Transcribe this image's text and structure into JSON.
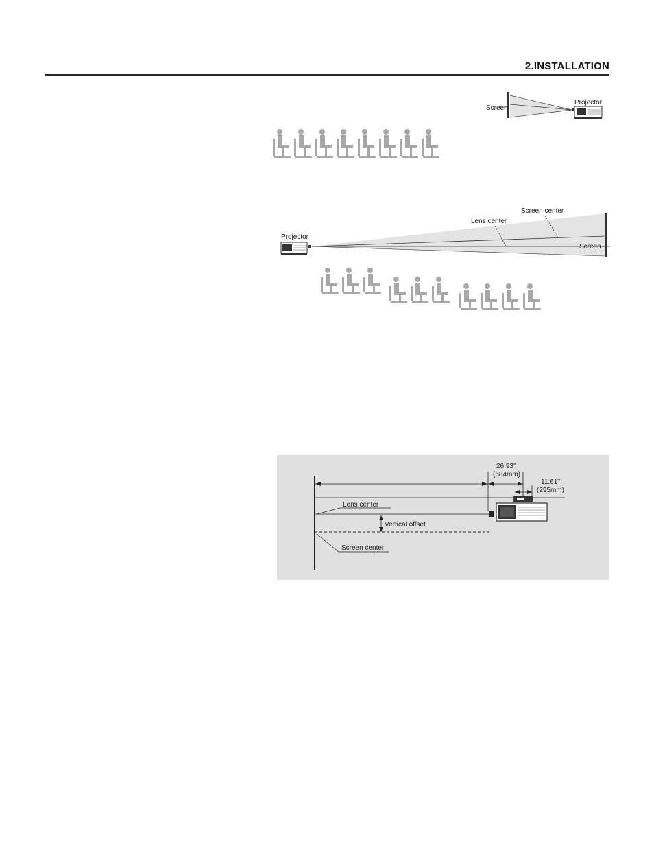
{
  "header": {
    "section_title": "2.INSTALLATION"
  },
  "figure_top": {
    "screen_label": "Screen",
    "projector_label": "Projector"
  },
  "figure_middle": {
    "projector_label": "Projector",
    "lens_center_label": "Lens center",
    "screen_center_label": "Screen center",
    "screen_label": "Screen"
  },
  "figure_offset": {
    "dim_684_inch": "26.93''",
    "dim_684_mm": "(684mm)",
    "dim_295_inch": "11.61''",
    "dim_295_mm": "(295mm)",
    "lens_center_label": "Lens center",
    "vertical_offset_label": "Vertical offset",
    "screen_center_label": "Screen center",
    "panel_color": "#e0e0e0"
  },
  "colors": {
    "ink": "#1a1a1a",
    "beam": "#e4e4e4",
    "audience": "#a8a8a8"
  }
}
